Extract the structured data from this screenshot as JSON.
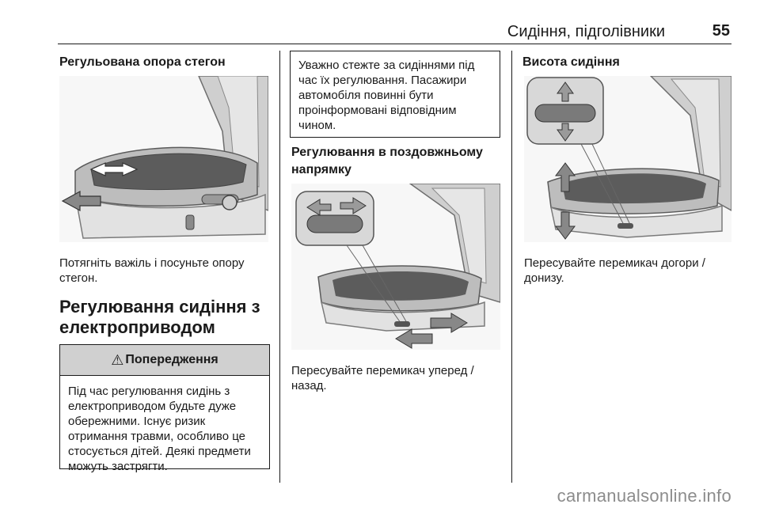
{
  "header": {
    "title": "Сидіння, підголівники",
    "page_number": "55"
  },
  "col1": {
    "thigh_heading": "Регульована опора стегон",
    "thigh_caption": "Потягніть важіль і посуньте опору стегон.",
    "power_heading": "Регулювання сидіння з електроприводом",
    "warning": {
      "symbol": "⚠",
      "title": "Попередження",
      "text": "Під час регулювання сидінь з електроприводом будьте дуже обережними. Існує ризик отримання травми, особливо це стосується дітей. Деякі предмети можуть застрягти."
    }
  },
  "col2": {
    "note_text": "Уважно стежте за сидіннями під час їх регулювання. Пасажири автомобіля повинні бути проінформовані відповідним чином.",
    "longitudinal_heading": "Регулювання в поздовжньому напрямку",
    "longitudinal_caption": "Пересувайте перемикач уперед / назад."
  },
  "col3": {
    "height_heading": "Висота сидіння",
    "height_caption": "Пересувайте перемикач догори / донизу."
  },
  "watermark": "carmanualsonline.info"
}
